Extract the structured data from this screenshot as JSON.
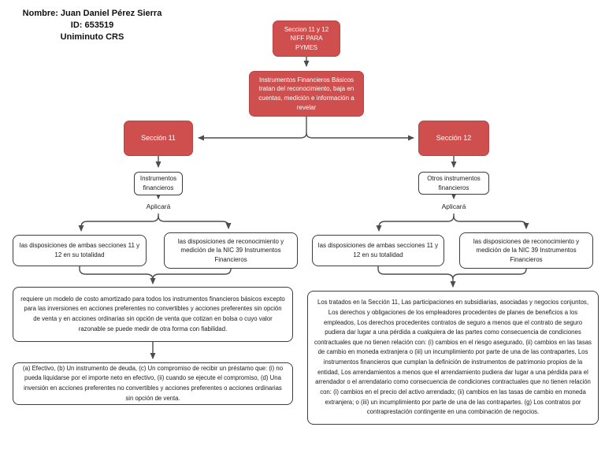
{
  "header": {
    "name": "Nombre: Juan Daniel Pérez Sierra",
    "id": "ID: 653519",
    "org": "Uniminuto CRS"
  },
  "root": {
    "title": "Seccion 11 y 12\nNIFF PARA\nPYMES"
  },
  "intro": {
    "text": "Instrumentos Financieros Básicos tratan del reconocimiento, baja en cuentas, medición e información a revelar"
  },
  "section11": {
    "title": "Sección 11",
    "instruments": "Instrumentos financieros",
    "apply_label": "Aplicará",
    "option_a": "las disposiciones de ambas secciones 11 y 12 en su totalidad",
    "option_b": "las disposiciones de reconocimiento y medición de la NIC 39 Instrumentos Financieros",
    "detail": "requiere un modelo de costo amortizado para todos los instrumentos financieros básicos excepto para las inversiones en acciones preferentes no convertibles y acciones preferentes sin opción de venta y en acciones ordinarias sin opción de venta que cotizan en bolsa o cuyo valor razonable se puede medir de otra forma con fiabilidad.",
    "examples": "(a) Efectivo, (b) Un instrumento de deuda, (c) Un compromiso de recibir un préstamo que: (i) no pueda liquidarse por el importe neto en efectivo, (ii) cuando se ejecute el compromiso, (d) Una inversión en acciones preferentes no convertibles y acciones preferentes o acciones ordinarias sin opción de venta."
  },
  "section12": {
    "title": "Sección 12",
    "instruments": "Otros instrumentos financieros",
    "apply_label": "Aplicará",
    "option_a": "las disposiciones de ambas secciones 11 y 12 en su totalidad",
    "option_b": "las disposiciones de reconocimiento y medición de la NIC 39 Instrumentos Financieros",
    "detail": "Los tratados en la Sección 11,  Las participaciones en subsidiarias, asociadas y negocios conjuntos, Los derechos y obligaciones de los empleadores procedentes de planes de beneficios a los empleados, Los derechos procedentes contratos de seguro a menos que el contrato de seguro pudiera dar lugar a una pérdida a cualquiera de las partes como consecuencia de condiciones contractuales que no tienen relación con: (i) cambios en el riesgo asegurado, (ii) cambios en las tasas de cambio en moneda extranjera o (iii) un incumplimiento por parte de una de las contrapartes, Los instrumentos financieros que cumplan la definición de instrumentos de patrimonio propios de la entidad, Los arrendamientos a menos que el arrendamiento pudiera dar lugar a una pérdida para el arrendador o el arrendatario como consecuencia de condiciones contractuales que no tienen relación con: (i) cambios en el precio del activo arrendado; (ii) cambios en las tasas de cambio en moneda extranjera; o (iii) un incumplimiento por parte de una de las contrapartes. (g) Los contratos por contraprestación contingente en una combinación de negocios."
  },
  "colors": {
    "node_red": "#cf4f4f",
    "node_red_border": "#b84545",
    "line": "#4d4d4d",
    "box_border": "#3d3d3d",
    "background": "#ffffff",
    "text": "#1a1a1a"
  }
}
